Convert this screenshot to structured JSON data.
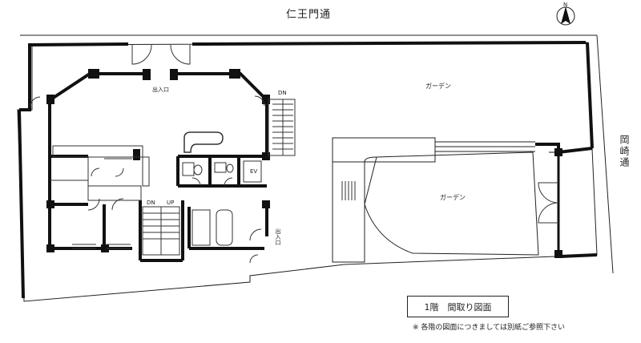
{
  "streets": {
    "top": "仁王門通",
    "right": "岡崎通"
  },
  "labels": {
    "garden_upper": "ガーデン",
    "garden_lower": "ガーデン",
    "entrance_top": "出入口",
    "entrance_side": "出入口",
    "stair_dn_main": "DN",
    "stair_dn_inner": "DN",
    "stair_up_inner": "UP",
    "elevator": "EV",
    "north": "N"
  },
  "title": "1階　間取り図面",
  "note": "※ 各階の図面につきましては別紙ご参照下さい",
  "colors": {
    "wall": "#111111",
    "line": "#222222",
    "background": "#ffffff"
  }
}
